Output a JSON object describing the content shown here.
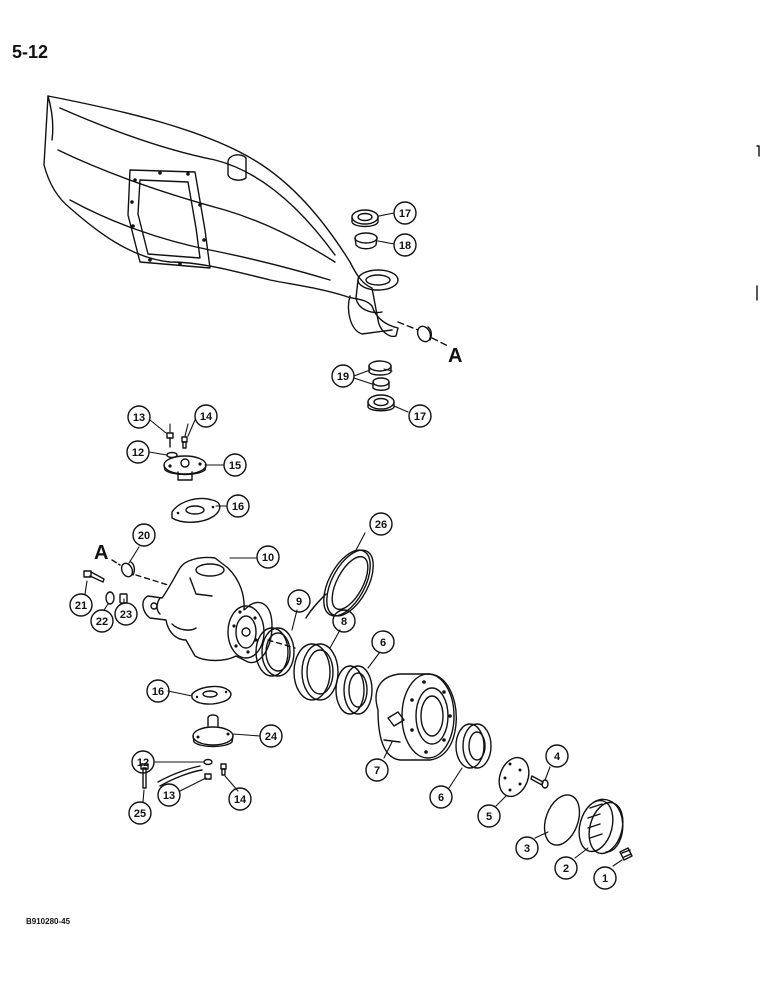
{
  "page": {
    "number": "5-12",
    "figure_code": "B910280-45"
  },
  "refs": {
    "a": "A"
  },
  "callouts": {
    "c1": "1",
    "c2": "2",
    "c3": "3",
    "c4": "4",
    "c5": "5",
    "c6a": "6",
    "c6b": "6",
    "c7": "7",
    "c8": "8",
    "c9": "9",
    "c10": "10",
    "c12a": "12",
    "c12b": "12",
    "c13a": "13",
    "c13b": "13",
    "c14a": "14",
    "c14b": "14",
    "c15": "15",
    "c16a": "16",
    "c16b": "16",
    "c17a": "17",
    "c17b": "17",
    "c18": "18",
    "c19": "19",
    "c20": "20",
    "c21": "21",
    "c22": "22",
    "c23": "23",
    "c24": "24",
    "c25": "25",
    "c26": "26"
  }
}
